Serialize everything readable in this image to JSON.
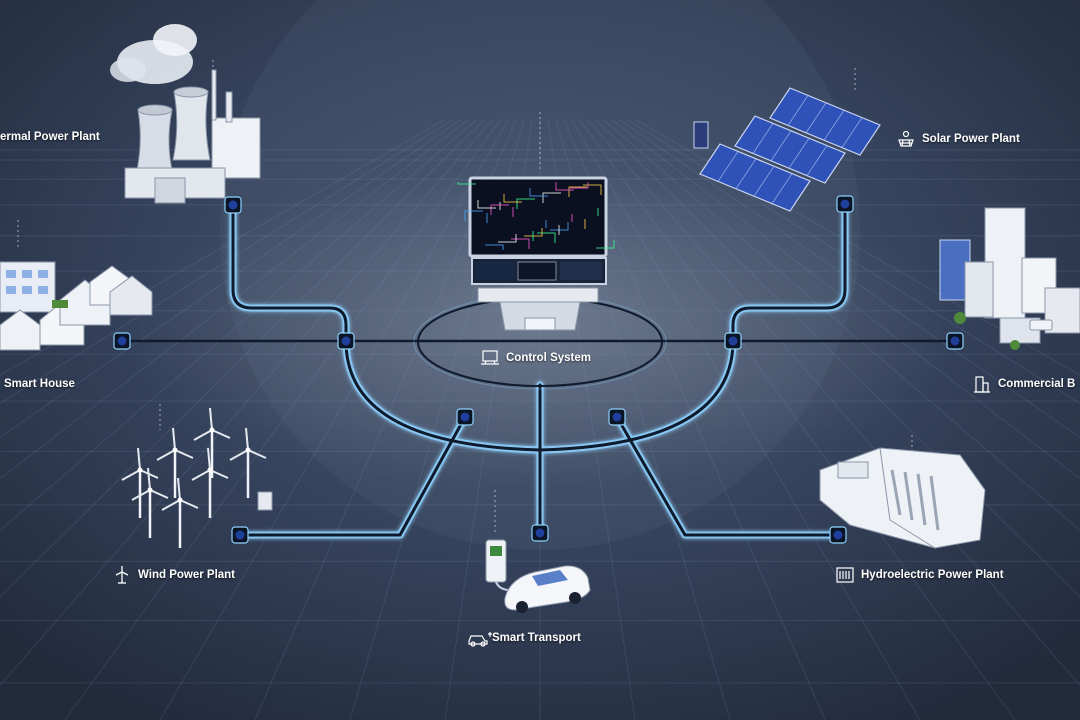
{
  "labels": {
    "thermal": "ermal Power Plant",
    "solar": "Solar Power Plant",
    "house": "Smart House",
    "commercial": "Commercial B",
    "control": "Control System",
    "wind": "Wind Power Plant",
    "hydro": "Hydroelectric Power Plant",
    "transport": "Smart Transport"
  },
  "icons": {
    "thermal": "power-plant-icon",
    "solar": "solar-panel-icon",
    "house": "house-icon",
    "commercial": "building-icon",
    "control": "computer-monitor-icon",
    "wind": "wind-turbine-icon",
    "hydro": "dam-icon",
    "transport": "electric-car-icon"
  },
  "colors": {
    "background": "#2b3548",
    "line_glow": "#8fd3ff",
    "line_core": "#0f1a2c",
    "node_fill": "#1f3f9c",
    "node_ring": "#0b1424"
  }
}
